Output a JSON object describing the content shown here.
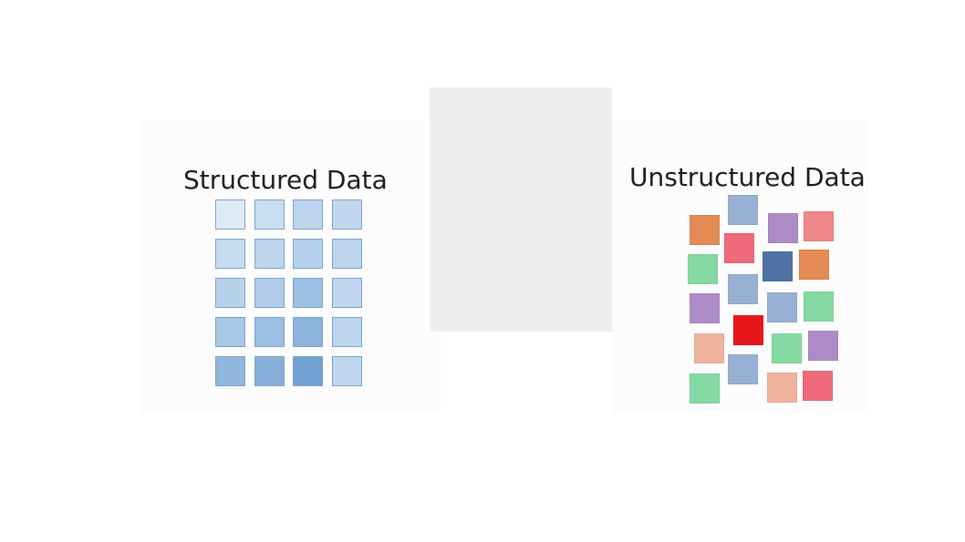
{
  "structured": {
    "title": "Structured Data",
    "grid": {
      "rows": 5,
      "cols": 4,
      "colors": [
        [
          "#deebf7",
          "#c9def0",
          "#bcd4ec",
          "#c2d8ee"
        ],
        [
          "#c5dbef",
          "#bdd5ec",
          "#b5d0ea",
          "#bcd4ec"
        ],
        [
          "#b9d2eb",
          "#b1cde8",
          "#9dbfe3",
          "#bfd6ee"
        ],
        [
          "#a9c8e6",
          "#9cc0e3",
          "#8bb3dc",
          "#bcd5ec"
        ],
        [
          "#92b7df",
          "#88afda",
          "#71a1d2",
          "#c2d8ee"
        ]
      ]
    }
  },
  "unstructured": {
    "title": "Unstructured Data",
    "squares": [
      {
        "color": "#e38a55"
      },
      {
        "color": "#98b0d2"
      },
      {
        "color": "#ac8bc7"
      },
      {
        "color": "#ef8688"
      },
      {
        "color": "#ee6a7a"
      },
      {
        "color": "#85d9a2"
      },
      {
        "color": "#4e72a6"
      },
      {
        "color": "#e38a55"
      },
      {
        "color": "#98b0d2"
      },
      {
        "color": "#ac8bc7"
      },
      {
        "color": "#98b0d2"
      },
      {
        "color": "#85d9a2"
      },
      {
        "color": "#e8171b"
      },
      {
        "color": "#eeb29d"
      },
      {
        "color": "#85d9a2"
      },
      {
        "color": "#ac8bc7"
      },
      {
        "color": "#98b0d2"
      },
      {
        "color": "#85d9a2"
      },
      {
        "color": "#eeb29d"
      },
      {
        "color": "#ee6a7a"
      }
    ]
  }
}
